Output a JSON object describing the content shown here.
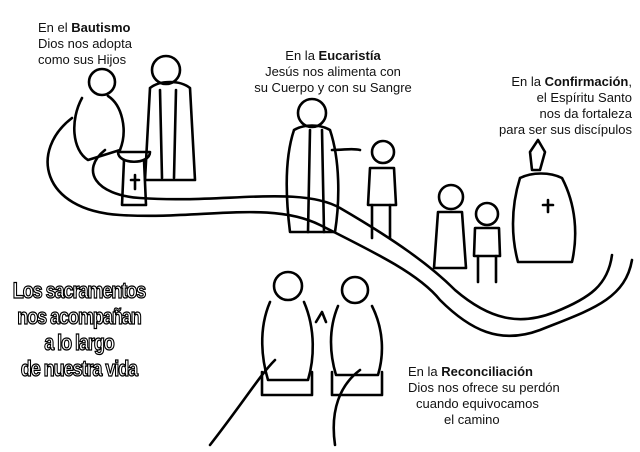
{
  "title_lines": [
    "Los sacramentos",
    "nos acompañan",
    "a lo largo",
    "de nuestra vida"
  ],
  "scenes": {
    "bautismo": {
      "prefix": "En el ",
      "name": "Bautismo",
      "suffix": "",
      "lines": [
        "Dios nos adopta",
        "como sus Hijos"
      ]
    },
    "eucaristia": {
      "prefix": "En la ",
      "name": "Eucaristía",
      "suffix": "",
      "lines": [
        "Jesús nos alimenta con",
        "su Cuerpo y con su Sangre"
      ]
    },
    "confirmacion": {
      "prefix": "En la ",
      "name": "Confirmación",
      "suffix": ",",
      "lines": [
        "el Espíritu Santo",
        "nos da fortaleza",
        "para ser sus discípulos"
      ]
    },
    "reconciliacion": {
      "prefix": "En la ",
      "name": "Reconciliación",
      "suffix": "",
      "lines": [
        "Dios nos ofrece su perdón",
        "cuando equivocamos",
        "el camino"
      ]
    }
  }
}
